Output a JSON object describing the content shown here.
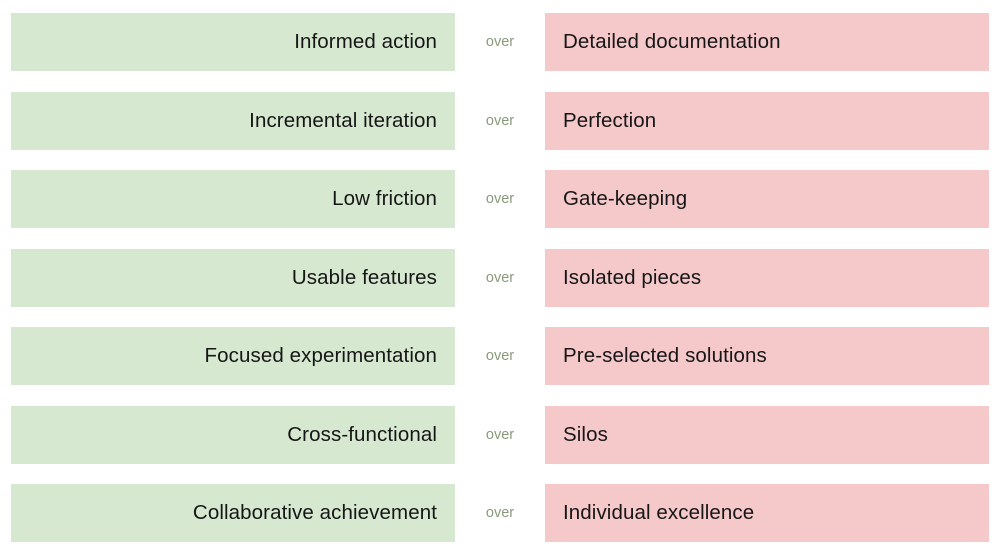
{
  "values_list": {
    "over_label": "over",
    "rows": [
      {
        "preferred": "Informed action",
        "deprioritized": "Detailed documentation"
      },
      {
        "preferred": "Incremental iteration",
        "deprioritized": "Perfection"
      },
      {
        "preferred": "Low friction",
        "deprioritized": "Gate-keeping"
      },
      {
        "preferred": "Usable features",
        "deprioritized": "Isolated pieces"
      },
      {
        "preferred": "Focused experimentation",
        "deprioritized": "Pre-selected solutions"
      },
      {
        "preferred": "Cross-functional",
        "deprioritized": "Silos"
      },
      {
        "preferred": "Collaborative achievement",
        "deprioritized": "Individual excellence"
      }
    ],
    "colors": {
      "preferred_bg": "#d6e8d0",
      "over_bg": "#f5c8ca",
      "over_text": "#8a9a7c",
      "value_text": "#161616",
      "background": "#ffffff"
    }
  }
}
